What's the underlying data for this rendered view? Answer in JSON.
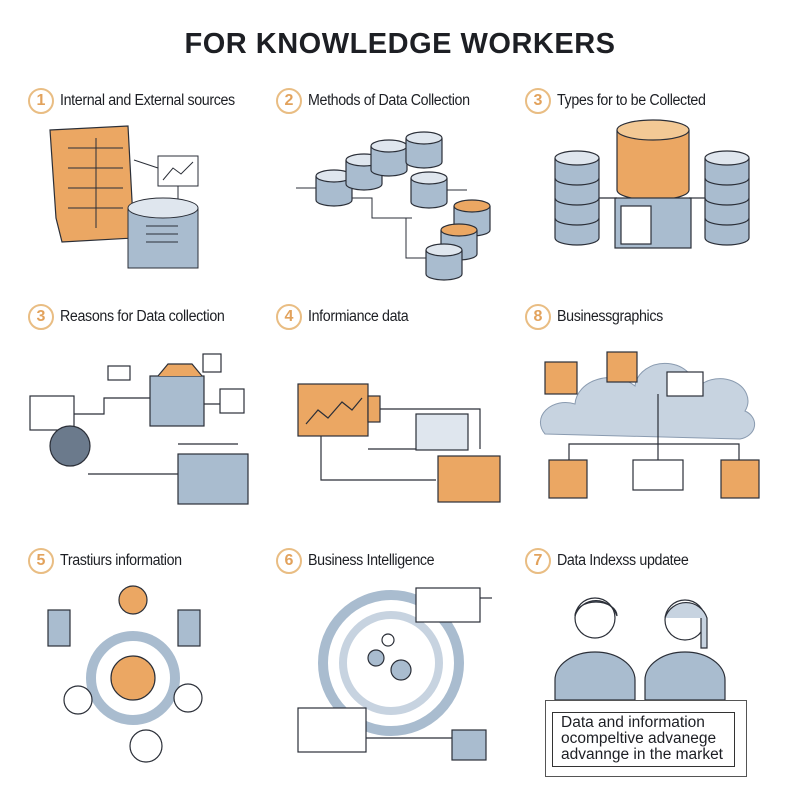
{
  "title": "FOR KNOWLEDGE WORKERS",
  "colors": {
    "accent_orange": "#eba763",
    "accent_blue": "#a9bccf",
    "outline": "#2b2f38",
    "number_ring": "#e9bd83"
  },
  "panels": [
    {
      "number": "1",
      "label": "Internal and External sources"
    },
    {
      "number": "2",
      "label": "Methods of Data Collection"
    },
    {
      "number": "3",
      "label": "Types for to be Collected"
    },
    {
      "number": "3",
      "label": "Reasons for Data collection"
    },
    {
      "number": "4",
      "label": "Informiance data"
    },
    {
      "number": "8",
      "label": "Businessgraphics"
    },
    {
      "number": "5",
      "label": "Trastiurs information"
    },
    {
      "number": "6",
      "label": "Business Intelligence"
    },
    {
      "number": "7",
      "label": "Data Indexss updatee"
    }
  ],
  "caption": {
    "lines": [
      "Data and information",
      "ocompeltive advanege",
      "advannge in the market"
    ]
  }
}
